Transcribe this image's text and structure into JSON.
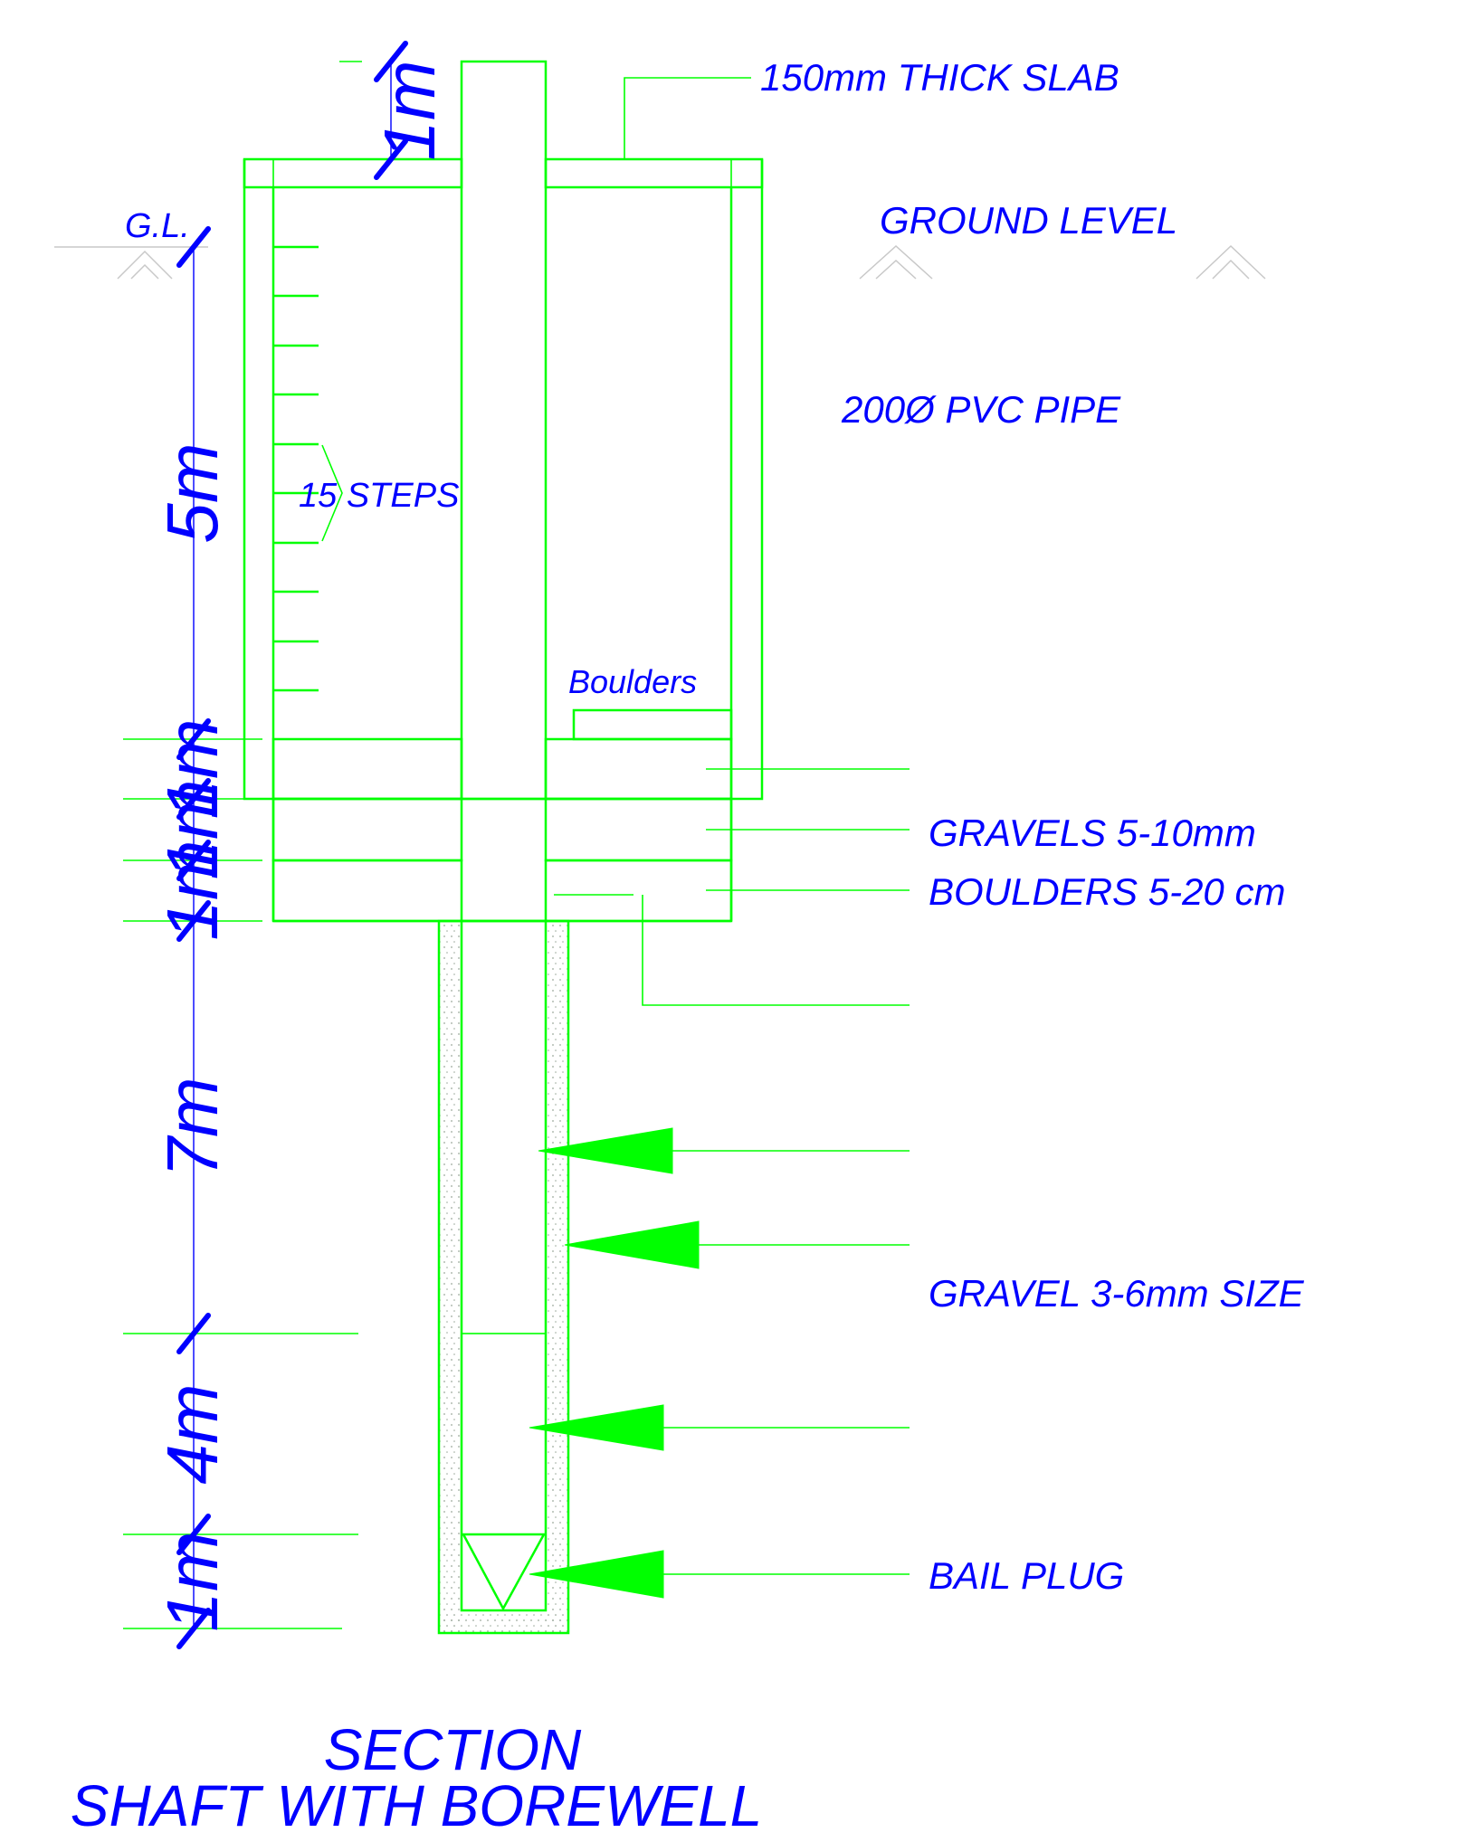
{
  "labels": {
    "slab": "150mm THICK  SLAB",
    "gl": "G.L.",
    "ground_level": "GROUND LEVEL",
    "pvc_pipe": "200Ø PVC PIPE",
    "steps": "15 STEPS",
    "boulders_small": "Boulders",
    "gravels": "GRAVELS 5-10mm",
    "boulders": "BOULDERS 5-20 cm",
    "gravel_small": "GRAVEL 3-6mm SIZE",
    "bail_plug": "BAIL PLUG"
  },
  "dimensions": {
    "top": "1m",
    "shaft": "5m",
    "layer1": "1m",
    "layer2": "1m",
    "layer3": "1m",
    "bore": "7m",
    "screen": "4m",
    "plug": "1m"
  },
  "title": {
    "line1": "SECTION",
    "line2": "SHAFT WITH BOREWELL"
  },
  "colors": {
    "linework": "#00ff00",
    "text": "#0000ff",
    "ground": "#c8c8c8"
  }
}
